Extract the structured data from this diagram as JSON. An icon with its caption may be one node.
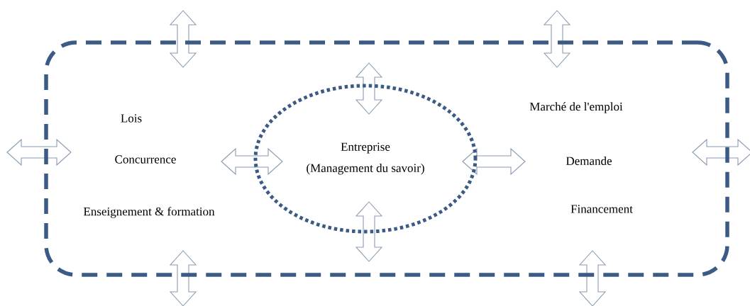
{
  "diagram": {
    "nodes": [
      {
        "text": [],
        "shape": "box"
      },
      {
        "text": [
          "Entreprise",
          "(Management du savoir)"
        ],
        "in": 0
      }
    ],
    "edges": [],
    "labels": [
      "Lois",
      "Concurrence",
      "Enseignement & formation",
      "Marché de l'emploi",
      "Demande",
      "Financement"
    ]
  }
}
